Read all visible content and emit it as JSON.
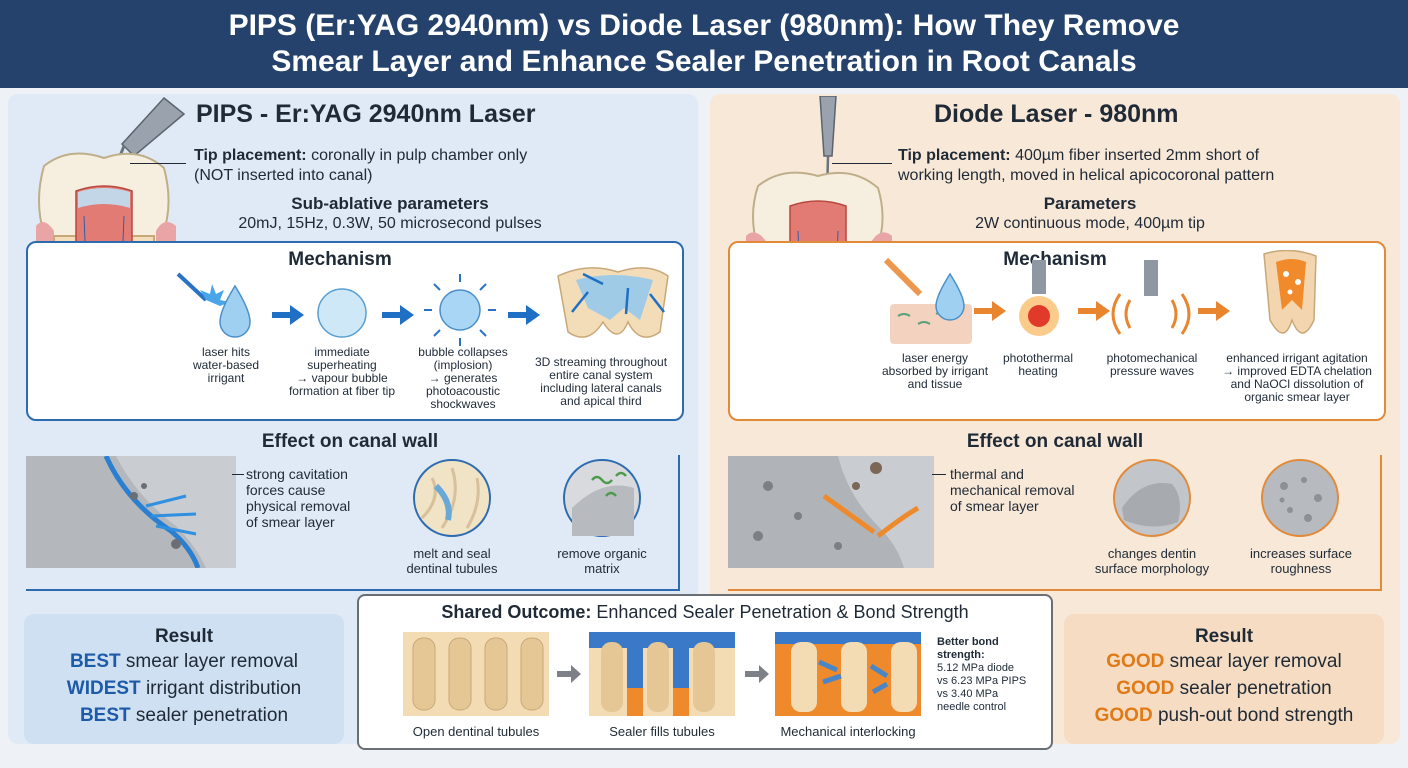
{
  "header": {
    "title_line1": "PIPS (Er:YAG 2940nm) vs Diode Laser (980nm): How They Remove",
    "title_line2": "Smear Layer and Enhance Sealer Penetration in Root Canals"
  },
  "colors": {
    "header_bg": "#24426b",
    "pips_accent": "#1d5aa8",
    "diode_accent": "#e07a16",
    "left_panel_bg": "#dfeaf6",
    "right_panel_bg": "#f8e8d8"
  },
  "pips": {
    "title": "PIPS - Er:YAG 2940nm Laser",
    "tip_label": "Tip placement:",
    "tip_text1": "coronally in pulp chamber only",
    "tip_text2": "(NOT inserted into canal)",
    "params_title": "Sub-ablative parameters",
    "params_value": "20mJ, 15Hz, 0.3W, 50 microsecond pulses",
    "mechanism_title": "Mechanism",
    "mechanism_steps": [
      {
        "l1": "laser hits",
        "l2": "water-based",
        "l3": "irrigant",
        "l4": "",
        "l5": ""
      },
      {
        "l1": "immediate",
        "l2": "superheating",
        "l3": "→ vapour bubble",
        "l4": "formation at fiber tip",
        "l5": ""
      },
      {
        "l1": "bubble collapses",
        "l2": "(implosion)",
        "l3": "→ generates",
        "l4": "photoacoustic",
        "l5": "shockwaves"
      },
      {
        "l1": "3D streaming throughout",
        "l2": "entire canal system",
        "l3": "including lateral canals",
        "l4": "and apical third",
        "l5": ""
      }
    ],
    "effect_title": "Effect on canal wall",
    "effect_text": [
      "strong cavitation",
      "forces cause",
      "physical removal",
      "of smear layer"
    ],
    "effect_circle1": [
      "melt and seal",
      "dentinal tubules"
    ],
    "effect_circle2": [
      "remove organic",
      "matrix"
    ],
    "result_title": "Result",
    "result_lines": [
      {
        "em": "BEST",
        "rest": " smear layer removal"
      },
      {
        "em": "WIDEST",
        "rest": " irrigant distribution"
      },
      {
        "em": "BEST",
        "rest": " sealer penetration"
      }
    ]
  },
  "diode": {
    "title": "Diode Laser - 980nm",
    "tip_label": "Tip placement:",
    "tip_text1": "400µm fiber inserted 2mm short of",
    "tip_text2": "working length, moved in helical apicocoronal pattern",
    "params_title": "Parameters",
    "params_value": "2W continuous mode, 400µm tip",
    "mechanism_title": "Mechanism",
    "mechanism_steps": [
      {
        "l1": "laser energy",
        "l2": "absorbed by irrigant",
        "l3": "and tissue",
        "l4": ""
      },
      {
        "l1": "photothermal",
        "l2": "heating",
        "l3": "",
        "l4": ""
      },
      {
        "l1": "photomechanical",
        "l2": "pressure waves",
        "l3": "",
        "l4": ""
      },
      {
        "l1": "enhanced irrigant agitation",
        "l2": "→ improved EDTA chelation",
        "l3": "and NaOCl dissolution of",
        "l4": "organic smear layer"
      }
    ],
    "effect_title": "Effect on canal wall",
    "effect_text": [
      "thermal and",
      "mechanical removal",
      "of smear layer"
    ],
    "effect_circle1": [
      "changes dentin",
      "surface morphology"
    ],
    "effect_circle2": [
      "increases surface",
      "roughness"
    ],
    "result_title": "Result",
    "result_lines": [
      {
        "em": "GOOD",
        "rest": " smear layer removal"
      },
      {
        "em": "GOOD",
        "rest": " sealer penetration"
      },
      {
        "em": "GOOD",
        "rest": " push-out bond strength"
      }
    ]
  },
  "shared": {
    "title_bold": "Shared Outcome:",
    "title_rest": " Enhanced Sealer Penetration & Bond Strength",
    "stages": [
      "Open dentinal tubules",
      "Sealer fills tubules",
      "Mechanical interlocking"
    ],
    "bond_lines": [
      "Better bond",
      "strength:",
      "5.12 MPa diode",
      "vs 6.23 MPa PIPS",
      "vs 3.40 MPa",
      "needle control"
    ]
  }
}
